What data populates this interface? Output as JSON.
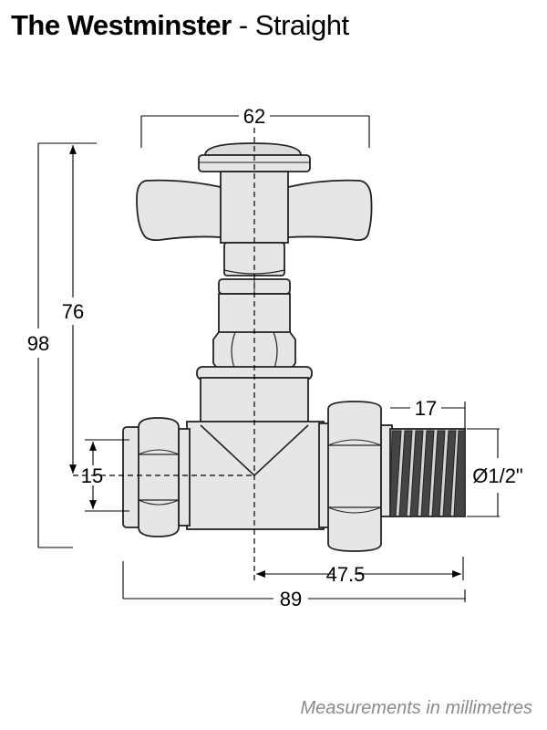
{
  "title": {
    "bold": "The Westminster",
    "separator": " - ",
    "subtitle": "Straight"
  },
  "dimensions": {
    "width_top": "62",
    "height_total": "98",
    "height_to_center": "76",
    "pipe": "15",
    "thread_length": "17",
    "thread_dia": "Ø1/2\"",
    "center_to_end": "47.5",
    "overall_length": "89"
  },
  "footer": "Measurements in millimetres",
  "colors": {
    "body_fill": "#e6e6e6",
    "outline": "#222222",
    "thread_dark": "#3a3a3a"
  }
}
